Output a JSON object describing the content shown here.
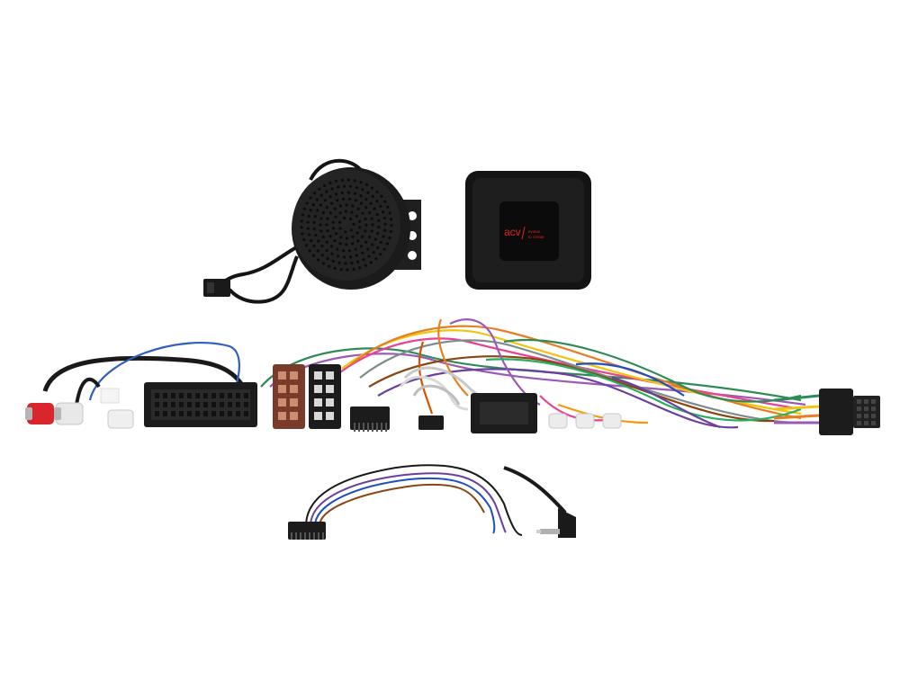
{
  "product_photo": {
    "background": "#ffffff",
    "logo": {
      "brand": "acv",
      "tagline_line1": "evolve",
      "tagline_line2": "to create",
      "brand_color": "#e2231a"
    },
    "colors": {
      "plastic_black": "#1c1c1c",
      "plastic_dark": "#2a2a2a",
      "iso_brown": "#7a3b2a",
      "rca_red": "#d8262c",
      "rca_white": "#ececec",
      "wire_colors": [
        "#2e8b57",
        "#1f4fbf",
        "#9b59b6",
        "#e67e22",
        "#f1c40f",
        "#e84393",
        "#8b4513",
        "#7f8c8d",
        "#ffffff",
        "#000000"
      ]
    }
  }
}
